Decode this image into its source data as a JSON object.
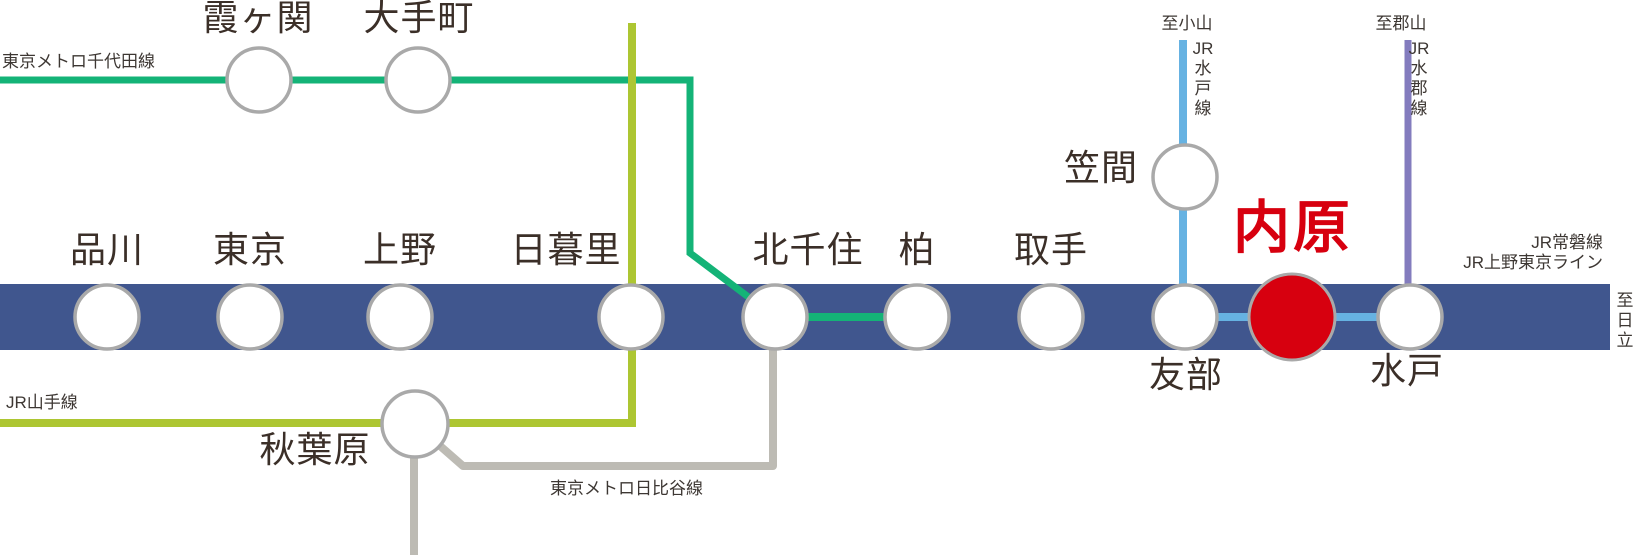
{
  "lines": {
    "chiyoda": {
      "name": "東京メトロ千代田線",
      "color": "#14b377"
    },
    "yamanote": {
      "name": "JR山手線",
      "color": "#adc632"
    },
    "hibiya": {
      "name": "東京メトロ日比谷線",
      "color": "#bdbbb4"
    },
    "joban": {
      "name_primary": "JR常磐線",
      "name_secondary": "JR上野東京ライン",
      "color": "#40568e",
      "toward_right": "至日立"
    },
    "mito_line": {
      "name": "JR水戸線",
      "color": "#66b2e2",
      "toward_top": "至小山"
    },
    "suigun": {
      "name": "JR水郡線",
      "color": "#837cbe",
      "toward_top": "至郡山"
    }
  },
  "stations": {
    "kasumigaseki": "霞ヶ関",
    "otemachi": "大手町",
    "shinagawa": "品川",
    "tokyo": "東京",
    "ueno": "上野",
    "nippori": "日暮里",
    "akihabara": "秋葉原",
    "kitasenju": "北千住",
    "kashiwa": "柏",
    "toride": "取手",
    "kasama": "笠間",
    "tomobe": "友部",
    "uchihara": "内原",
    "mito": "水戸"
  },
  "highlight": {
    "color": "#d7000f",
    "circle_stroke": "#a9a9a9"
  }
}
